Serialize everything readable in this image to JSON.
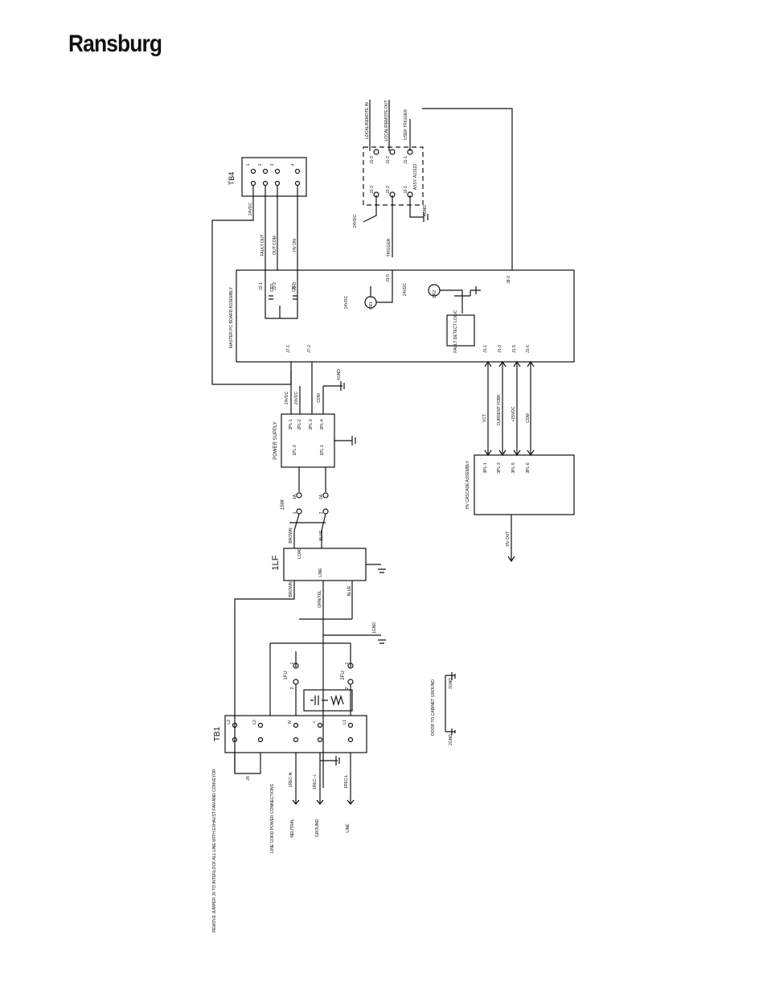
{
  "brand": "Ransburg",
  "labels": {
    "tb4": "TB4",
    "tb1": "TB1",
    "lf": "1LF",
    "sw": "1SW",
    "fu1": "1FU",
    "fu2": "2FU",
    "cr1": "CR1",
    "cr2": "CR2",
    "cr3": "CR3",
    "cr4": "CR2",
    "master": "MASTER PC BOARD ASSEMBLY",
    "power_supply": "POWER SUPPLY",
    "hv_cascade": "HV CASCADE ASSEMBLY",
    "fault_logic": "FAULT DETECT LOGIC",
    "assy": "ASSY. A13123",
    "local_in": "LOCAL/REMOTE IN",
    "local_out": "LOCAL/REMOTE OUT",
    "user_trigger": "USER TRIGGER",
    "trigger": "TRIGGER",
    "fault_out": "FAULT OUT",
    "out_com": "OUT COM",
    "hv_on": "HV ON",
    "v24_tb4": "24VDC",
    "v24_ps1": "24VDC",
    "v24_ps2": "24VDC",
    "com_ps": "COM",
    "v24_cr1": "24VDC",
    "v24_cr2": "24VDC",
    "v24_j2": "24VDC",
    "gnd4": "4GND",
    "gnd4b": "4GND",
    "gnd1": "1GND",
    "gnd2": "2GND",
    "gnd3": "3GND",
    "vct": "VCT",
    "current_fdbk": "CURRENT FDBK",
    "v15": "+15VDC",
    "com_hv": "COM",
    "hv_out": "HV OUT",
    "brown1": "BROWN",
    "brown2": "BROWN",
    "blue1": "BLUE",
    "blue2": "BLUE",
    "grnyel": "GRN/YEL",
    "line_lf": "LINE",
    "load_lf": "LOAD",
    "door_ground": "DOOR TO CABINET GROUND",
    "line_cord": "LINE CORD POWER CONNECTIONS",
    "remove_jumper": "REMOVE JUMPER JX TO INTERLOCK ALL LINE WITH EXHAUST FAN AND CONVEYOR",
    "neutral": "NEUTRAL",
    "ground": "GROUND",
    "line": "LINE",
    "rec_n": "1REC-N",
    "rec_g": "1REC-⏚",
    "rec_l": "1REC-L",
    "jx": "JX",
    "j8_2": "J8-2",
    "j3_5": "J3-5",
    "j2_1": "J2-1",
    "j2_2": "J2-2",
    "j2_3": "J2-3",
    "j7_1": "J7-1",
    "j7_2": "J7-2",
    "j1_1": "J1-1",
    "j1_3": "J1-3",
    "j1_5": "J1-5",
    "j1_6": "J1-6",
    "p1": "2PL-1",
    "p2": "2PL-2",
    "p3": "2PL-3",
    "p4": "2PL-4",
    "p5": "1PL-3",
    "p6": "1PL-1",
    "h1": "3PL-1",
    "h2": "3PL-3",
    "h3": "3PL-5",
    "h4": "3PL-6",
    "s1a": "1A",
    "s2a": "2A",
    "s1": "1",
    "s2": "2",
    "tl3": "L3",
    "tl2": "L2",
    "tn": "N",
    "tl1": "L1",
    "tg": "⏚",
    "b1": "1",
    "b2": "2",
    "b3": "3",
    "b4": "4",
    "jj13": "J1-3",
    "jj12": "J1-2",
    "jj11": "J1-1",
    "jj23": "J2-3",
    "jj22": "J2-2",
    "jj21": "J2-1",
    "f1a": "1",
    "f1b": "2",
    "f2a": "1",
    "f2b": "2"
  }
}
